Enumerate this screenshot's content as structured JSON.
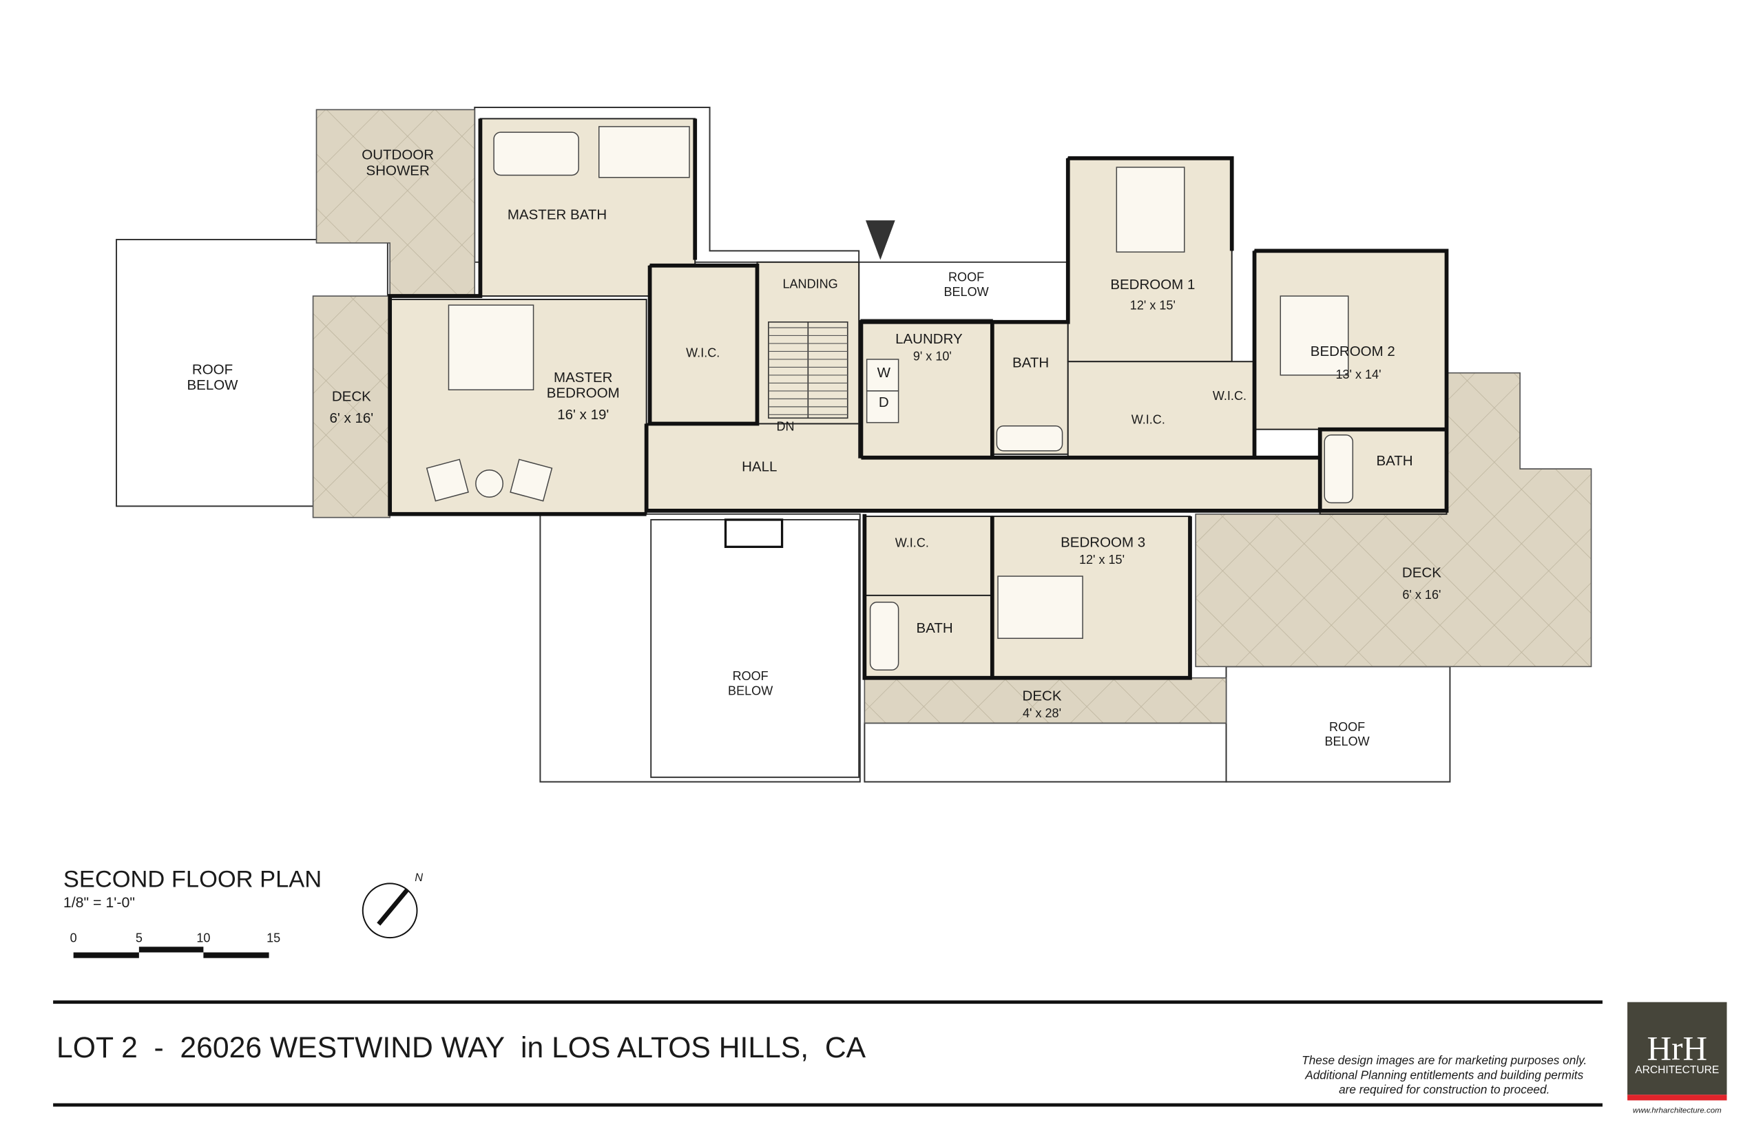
{
  "plan": {
    "rooms": {
      "outdoor_shower": [
        "OUTDOOR",
        "SHOWER"
      ],
      "master_bath": "MASTER BATH",
      "roof_below": [
        "ROOF",
        "BELOW"
      ],
      "deck_left": {
        "name": "DECK",
        "size": "6' x 16'"
      },
      "master_bedroom": {
        "name": [
          "MASTER",
          "BEDROOM"
        ],
        "size": "16' x 19'"
      },
      "wic": "W.I.C.",
      "landing": "LANDING",
      "dn": "DN",
      "hall": "HALL",
      "laundry": {
        "name": "LAUNDRY",
        "size": "9' x 10'",
        "w": "W",
        "d": "D"
      },
      "bath": "BATH",
      "bedroom1": {
        "name": "BEDROOM 1",
        "size": "12' x 15'"
      },
      "bedroom2": {
        "name": "BEDROOM 2",
        "size": "13' x 14'"
      },
      "bedroom3": {
        "name": "BEDROOM 3",
        "size": "12' x 15'"
      },
      "deck_right": {
        "name": "DECK",
        "size": "6' x 16'"
      },
      "deck_bottom": {
        "name": "DECK",
        "size": "4' x 28'"
      }
    }
  },
  "legend": {
    "title": "SECOND FLOOR PLAN",
    "scale": "1/8\" = 1'-0\"",
    "scale_ticks": [
      "0",
      "5",
      "10",
      "15"
    ],
    "north": "N"
  },
  "footer": {
    "project_title": "LOT 2  -  26026 WESTWIND WAY  in LOS ALTOS HILLS,  CA",
    "disclaimer": [
      "These design images are for marketing purposes only.",
      "Additional Planning entitlements and building permits",
      "are required for construction to proceed."
    ],
    "logo": {
      "mark": "HrH",
      "sub": "ARCHITECTURE",
      "url": "www.hrharchitecture.com",
      "bg": "#46453a",
      "accent": "#e0242b"
    }
  }
}
